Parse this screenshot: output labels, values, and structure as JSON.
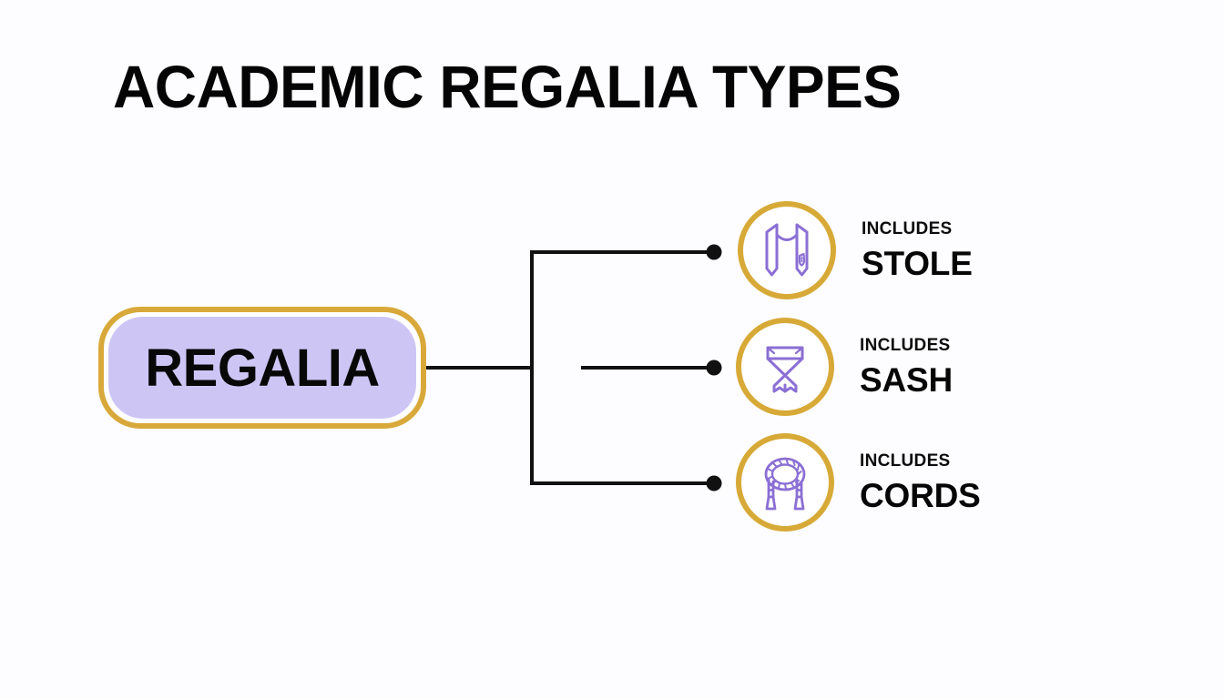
{
  "page": {
    "title": "ACADEMIC REGALIA TYPES",
    "background_color": "#fdfdff"
  },
  "root": {
    "label": "REGALIA",
    "border_color": "#d8a93a",
    "fill_color": "#cdc6f5",
    "text_color": "#080808"
  },
  "theme": {
    "gold": "#d7a937",
    "purple": "#8b6fd4",
    "line": "#111111",
    "title_color": "#050505"
  },
  "branches": [
    {
      "prefix": "INCLUDES",
      "label": "STOLE",
      "icon": "stole-icon"
    },
    {
      "prefix": "INCLUDES",
      "label": "SASH",
      "icon": "sash-icon"
    },
    {
      "prefix": "INCLUDES",
      "label": "CORDS",
      "icon": "cords-icon"
    }
  ]
}
